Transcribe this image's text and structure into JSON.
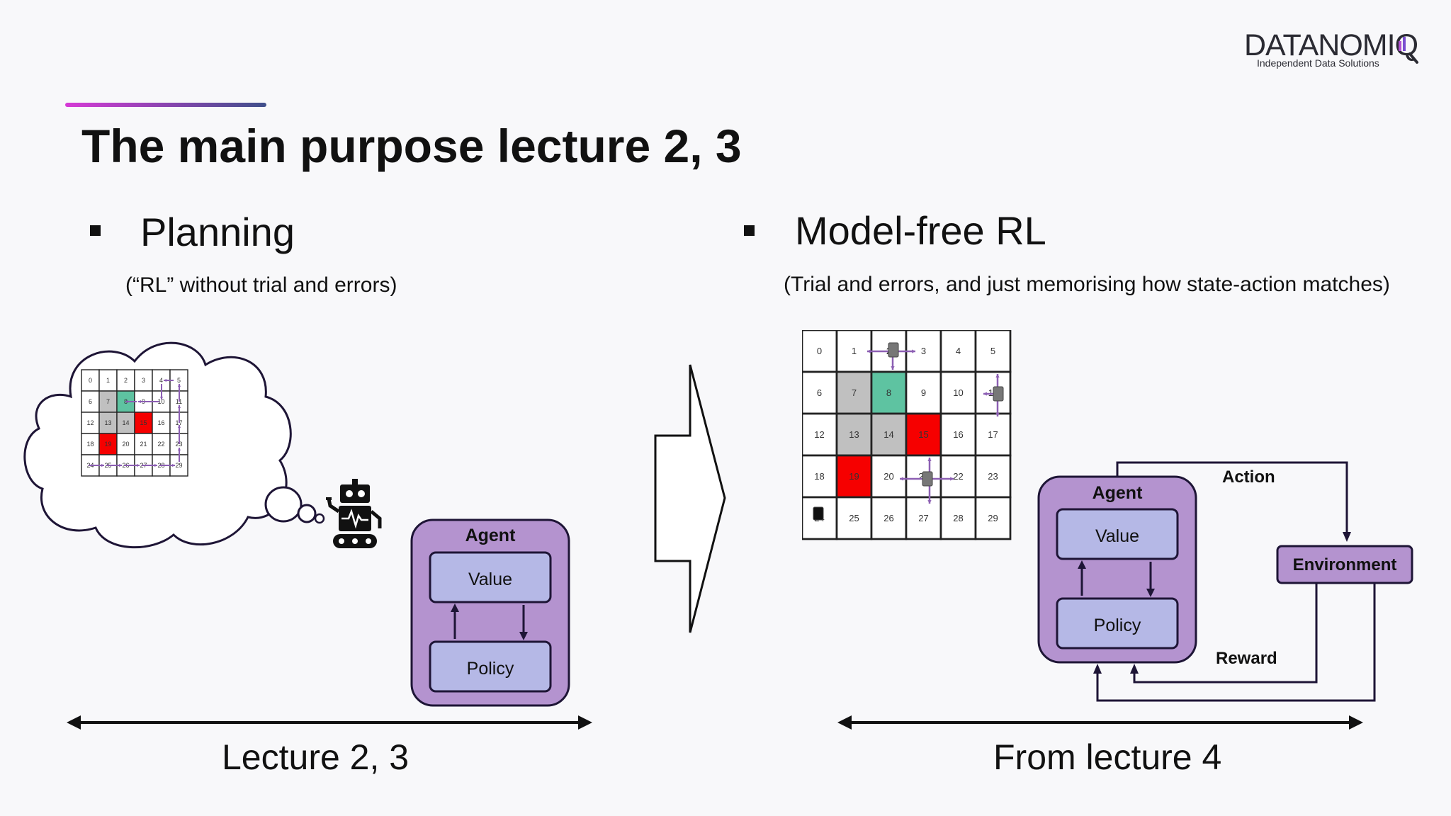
{
  "logo": {
    "name": "DATANOMIQ",
    "tagline": "Independent Data Solutions"
  },
  "slide": {
    "title": "The main purpose lecture 2, 3",
    "left": {
      "bullet": "Planning",
      "note": "(“RL” without trial and errors)",
      "range_label": "Lecture 2, 3"
    },
    "right": {
      "bullet": "Model-free RL",
      "note": "(Trial and errors, and just memorising how state-action matches)",
      "range_label": "From lecture 4"
    }
  },
  "agent_box": {
    "title": "Agent",
    "value_label": "Value",
    "policy_label": "Policy"
  },
  "rl_loop": {
    "environment_label": "Environment",
    "action_label": "Action",
    "reward_label": "Reward"
  },
  "gridworld": {
    "cells": [
      "0",
      "1",
      "2",
      "3",
      "4",
      "5",
      "6",
      "7",
      "8",
      "9",
      "10",
      "11",
      "12",
      "13",
      "14",
      "15",
      "16",
      "17",
      "18",
      "19",
      "20",
      "21",
      "22",
      "23",
      "24",
      "25",
      "26",
      "27",
      "28",
      "29"
    ],
    "gray_cells": [
      7,
      13,
      14
    ],
    "goal_cells": [
      8
    ],
    "danger_cells": [
      15,
      19
    ],
    "colors": {
      "gray": "#c0c0c0",
      "goal": "#5ec3a1",
      "danger": "#f60000",
      "arrow": "#8c5fb3"
    }
  },
  "colors": {
    "agent_fill": "#b493cf",
    "inner_fill": "#b5b8e6",
    "stroke": "#1e1536",
    "accent_gradient": [
      "#d63ad6",
      "#3f4f8a"
    ]
  }
}
